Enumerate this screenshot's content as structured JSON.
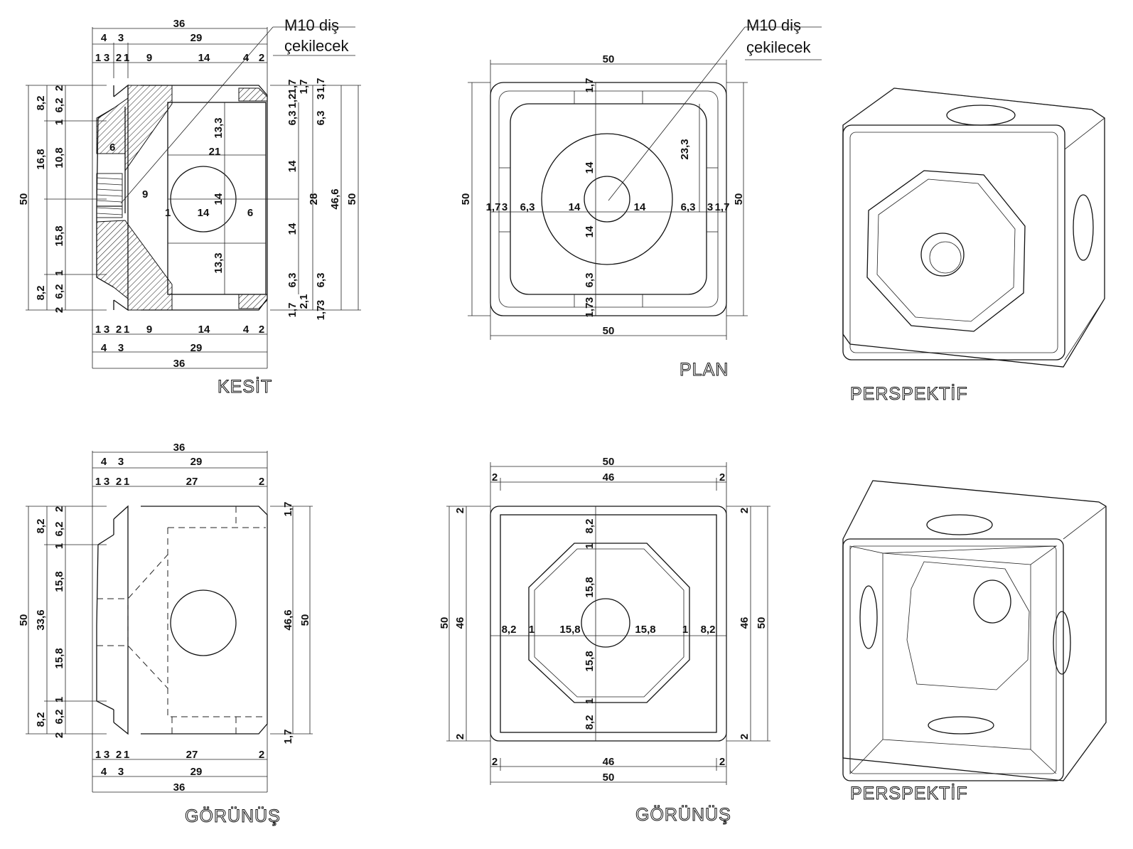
{
  "views": {
    "kesit": {
      "title": "KESİT",
      "note_line1": "M10 diş",
      "note_line2": "çekilecek",
      "dims": {
        "d36": "36",
        "d4": "4",
        "d3": "3",
        "d29": "29",
        "d1": "1",
        "d3b": "3",
        "d2": "2",
        "d1b": "1",
        "d9": "9",
        "d14": "14",
        "d4b": "4",
        "d2b": "2",
        "l50": "50",
        "l82a": "8,2",
        "l62a": "6,2",
        "l2a": "2",
        "l1a": "1",
        "l168": "16,8",
        "l108": "10,8",
        "l158": "15,8",
        "l1b": "1",
        "l82b": "8,2",
        "l62b": "6,2",
        "l2b": "2",
        "i6": "6",
        "i9": "9",
        "i133a": "13,3",
        "i21": "21",
        "i14a": "14",
        "i1": "1",
        "i14b": "14",
        "i6b": "6",
        "i133b": "13,3",
        "r17a": "1,7",
        "r12": "1,2",
        "r17b": "1,7",
        "r31": "3",
        "r17c": "1,7",
        "r63a": "6,3",
        "r63b": "6,3",
        "r14a": "14",
        "r14b": "14",
        "r28": "28",
        "r466": "46,6",
        "r50": "50",
        "r63c": "6,3",
        "r63d": "6,3",
        "r17d": "1,7",
        "r21": "2,1",
        "r17e": "1,7",
        "r3": "3"
      }
    },
    "plan": {
      "title": "PLAN",
      "note_line1": "M10 diş",
      "note_line2": "çekilecek",
      "dims": {
        "top50": "50",
        "bot50": "50",
        "left50": "50",
        "right50": "50",
        "t17": "1,7",
        "b63": "6,3",
        "b17": "1,7",
        "b3": "3",
        "v14a": "14",
        "v14b": "14",
        "v233": "23,3",
        "h17a": "1,7",
        "h3a": "3",
        "h63a": "6,3",
        "h14a": "14",
        "h14b": "14",
        "h63b": "6,3",
        "h3b": "3",
        "h17b": "1,7"
      }
    },
    "perspektif1": {
      "title": "PERSPEKTİF"
    },
    "gorunus1": {
      "title": "GÖRÜNÜŞ",
      "dims": {
        "d36": "36",
        "d4": "4",
        "d3": "3",
        "d29": "29",
        "d1": "1",
        "d3b": "3",
        "d2": "2",
        "d1b": "1",
        "d27": "27",
        "d2b": "2",
        "l50": "50",
        "l82a": "8,2",
        "l62a": "6,2",
        "l2a": "2",
        "l1a": "1",
        "l336": "33,6",
        "l158a": "15,8",
        "l158b": "15,8",
        "l1b": "1",
        "l82b": "8,2",
        "l62b": "6,2",
        "l2b": "2",
        "r17a": "1,7",
        "r466": "46,6",
        "r50": "50",
        "r17b": "1,7"
      }
    },
    "gorunus2": {
      "title": "GÖRÜNÜŞ",
      "dims": {
        "top50": "50",
        "top46": "46",
        "top2a": "2",
        "top2b": "2",
        "bot46": "46",
        "bot50": "50",
        "bot2a": "2",
        "bot2b": "2",
        "l50": "50",
        "l46": "46",
        "l2a": "2",
        "l2b": "2",
        "r46": "46",
        "r50": "50",
        "r2a": "2",
        "r2b": "2",
        "v82a": "8,2",
        "v1a": "1",
        "v158a": "15,8",
        "v158b": "15,8",
        "v1b": "1",
        "v82b": "8,2",
        "h82a": "8,2",
        "h1a": "1",
        "h158a": "15,8",
        "h158b": "15,8",
        "h1b": "1",
        "h82b": "8,2"
      }
    },
    "perspektif2": {
      "title": "PERSPEKTİF"
    }
  }
}
